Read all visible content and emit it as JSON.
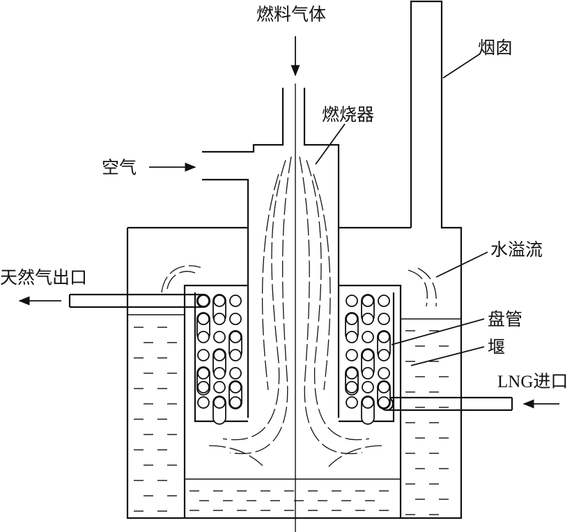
{
  "labels": {
    "fuel_gas": "燃料气体",
    "chimney": "烟囱",
    "burner": "燃烧器",
    "air": "空气",
    "water_overflow": "水溢流",
    "ng_outlet": "天然气出口",
    "coil": "盘管",
    "weir": "堰",
    "lng_inlet": "LNG进口"
  },
  "colors": {
    "line": "#111111",
    "background": "#ffffff"
  }
}
